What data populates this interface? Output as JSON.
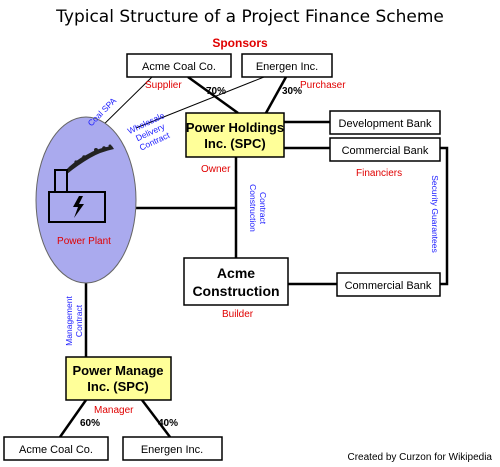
{
  "title": "Typical Structure of a Project Finance Scheme",
  "labels": {
    "sponsors": "Sponsors",
    "supplier": "Supplier",
    "purchaser": "Purchaser",
    "owner": "Owner",
    "financiers": "Financiers",
    "power_plant": "Power Plant",
    "builder": "Builder",
    "manager": "Manager"
  },
  "boxes": {
    "acme_coal_top": "Acme Coal Co.",
    "energen_top": "Energen Inc.",
    "power_holdings_line1": "Power Holdings",
    "power_holdings_line2": "Inc. (SPC)",
    "development_bank": "Development Bank",
    "commercial_bank_top": "Commercial Bank",
    "acme_construction_line1": "Acme",
    "acme_construction_line2": "Construction",
    "commercial_bank_bottom": "Commercial Bank",
    "power_manage_line1": "Power Manage",
    "power_manage_line2": "Inc. (SPC)",
    "acme_coal_bottom": "Acme Coal Co.",
    "energen_bottom": "Energen Inc."
  },
  "percentages": {
    "acme_top": "70%",
    "energen_top": "30%",
    "acme_bottom": "60%",
    "energen_bottom": "40%"
  },
  "contracts": {
    "coal_spa": "Coal SPA",
    "wholesale_1": "Wholesale",
    "wholesale_2": "Delivery",
    "wholesale_3": "Contract",
    "construction_1": "Construction",
    "construction_2": "Contract",
    "security": "Security Guarantees",
    "management_1": "Management",
    "management_2": "Contract"
  },
  "credit": "Created by Curzon for Wikipedia",
  "colors": {
    "spc_fill": "#ffff99",
    "plant_fill": "#aaaaee",
    "label_red": "#e00000",
    "contract_blue": "#1a1aff"
  },
  "icons": [
    "factory-icon",
    "lightning-icon"
  ]
}
